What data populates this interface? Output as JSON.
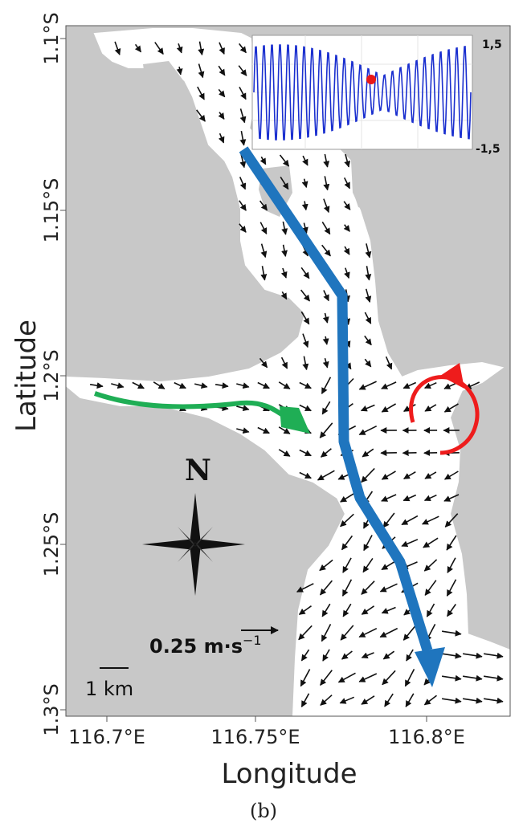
{
  "map": {
    "x_axis_title": "Longitude",
    "y_axis_title": "Latitude",
    "x_ticks": [
      "116.7°E",
      "116.75°E",
      "116.8°E"
    ],
    "y_ticks": [
      "1.1°S",
      "1.15°S",
      "1.2°S",
      "1.25°S",
      "1.3°S"
    ],
    "caption": "(b)",
    "compass_label": "N",
    "velocity_scale_label": "0.25 m·s",
    "velocity_scale_exponent": "−1",
    "distance_scale_label": "1 km",
    "colors": {
      "land": "#c8c8c8",
      "water": "#ffffff",
      "main_flow": "#1f75be",
      "inflow": "#1fae55",
      "eddy": "#ee1c1c",
      "vectors": "#111111",
      "inset_signal": "#1a2fcf",
      "inset_marker": "#e81818"
    }
  },
  "inset": {
    "y_max_label": "1,5",
    "y_min_label": "-1,5"
  }
}
